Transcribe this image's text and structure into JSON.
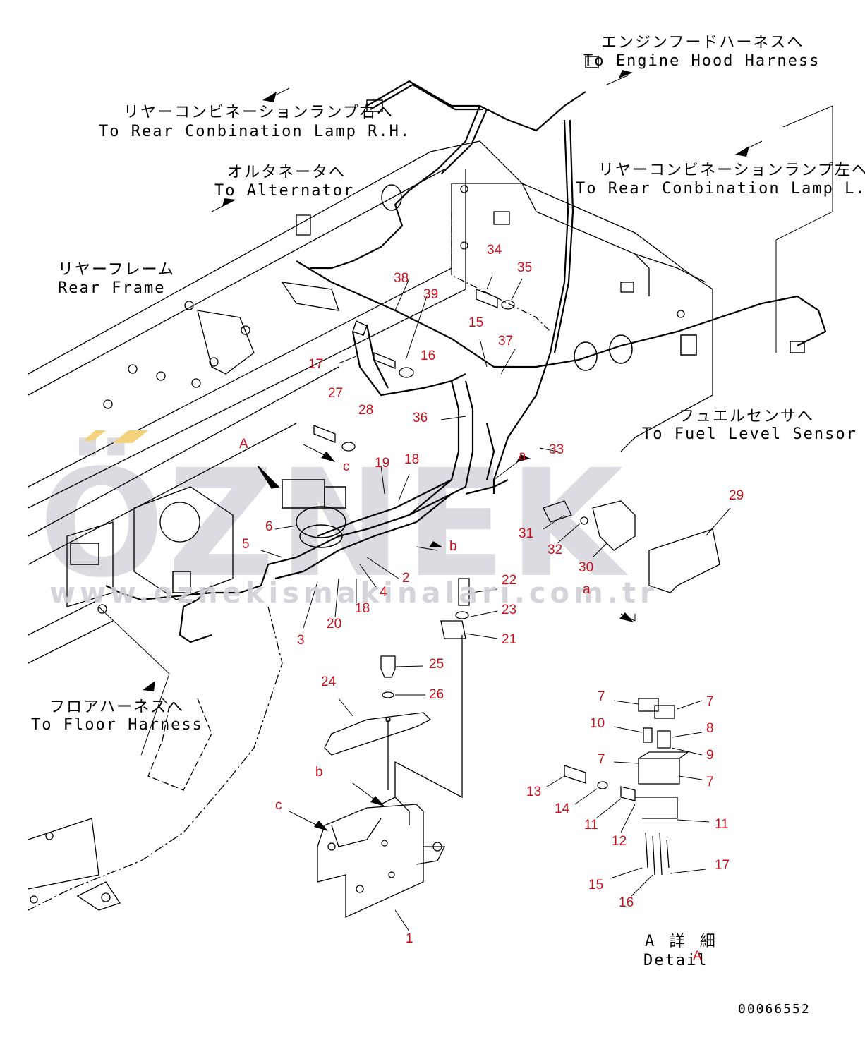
{
  "labels": {
    "engine_hood": {
      "ja": "エンジンフードハーネスへ",
      "en": "To Engine Hood Harness"
    },
    "rear_lamp_rh": {
      "ja": "リヤーコンビネーションランプ右へ",
      "en": "To Rear Conbination Lamp R.H."
    },
    "alternator": {
      "ja": "オルタネータへ",
      "en": "To Alternator"
    },
    "rear_lamp_lh": {
      "ja": "リヤーコンビネーションランプ左へ",
      "en": "To Rear Conbination Lamp L.H."
    },
    "rear_frame": {
      "ja": "リヤーフレーム",
      "en": "Rear Frame"
    },
    "fuel_sensor": {
      "ja": "フュエルセンサへ",
      "en": "To Fuel Level Sensor"
    },
    "floor_harness": {
      "ja": "フロアハーネスへ",
      "en": "To Floor Harness"
    },
    "detail": {
      "ja": "A 詳 細",
      "en": "Detail",
      "mark": "A"
    }
  },
  "part_numbers": [
    "34",
    "35",
    "38",
    "39",
    "15",
    "37",
    "17",
    "16",
    "27",
    "28",
    "36",
    "33",
    "19",
    "18",
    "6",
    "5",
    "2",
    "4",
    "3",
    "20",
    "18",
    "22",
    "23",
    "21",
    "31",
    "32",
    "30",
    "29",
    "25",
    "26",
    "24",
    "1",
    "7",
    "7",
    "10",
    "8",
    "9",
    "7",
    "7",
    "13",
    "14",
    "11",
    "11",
    "12",
    "15",
    "16",
    "17"
  ],
  "view_letters": [
    "A",
    "c",
    "a",
    "b",
    "a",
    "b",
    "c"
  ],
  "watermark": {
    "big": "ÖZNEK",
    "url": "www.oznekismakinalari.com.tr"
  },
  "drawing_code": "00066552",
  "colors": {
    "callout": "#c8101b",
    "line": "#000000",
    "watermark": "#d0d0d8",
    "accent": "#f2d27a"
  }
}
